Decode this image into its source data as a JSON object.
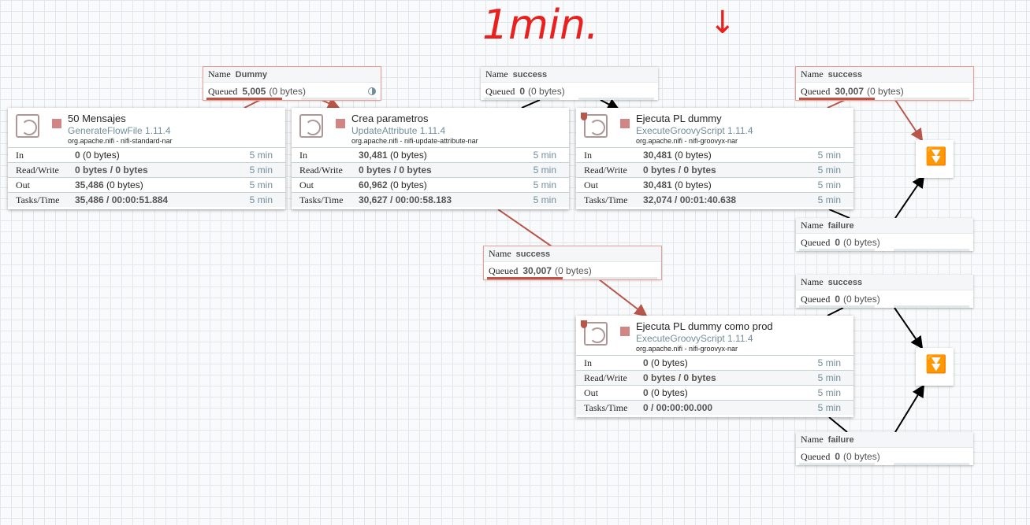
{
  "annotations": {
    "note": "1min.",
    "arrow": "↓",
    "color": "#e8201e"
  },
  "processors": [
    {
      "name": "50 Mensajes",
      "type": "GenerateFlowFile 1.11.4",
      "bundle": "org.apache.nifi - nifi-standard-nar",
      "restricted": false,
      "stats": [
        {
          "label": "In",
          "value": "0",
          "extra": " (0 bytes)",
          "time": "5 min"
        },
        {
          "label": "Read/Write",
          "value": "0 bytes / 0 bytes",
          "extra": "",
          "time": "5 min"
        },
        {
          "label": "Out",
          "value": "35,486",
          "extra": " (0 bytes)",
          "time": "5 min"
        },
        {
          "label": "Tasks/Time",
          "value": "35,486 / 00:00:51.884",
          "extra": "",
          "time": "5 min"
        }
      ]
    },
    {
      "name": "Crea parametros",
      "type": "UpdateAttribute 1.11.4",
      "bundle": "org.apache.nifi - nifi-update-attribute-nar",
      "restricted": false,
      "stats": [
        {
          "label": "In",
          "value": "30,481",
          "extra": " (0 bytes)",
          "time": "5 min"
        },
        {
          "label": "Read/Write",
          "value": "0 bytes / 0 bytes",
          "extra": "",
          "time": "5 min"
        },
        {
          "label": "Out",
          "value": "60,962",
          "extra": " (0 bytes)",
          "time": "5 min"
        },
        {
          "label": "Tasks/Time",
          "value": "30,627 / 00:00:58.183",
          "extra": "",
          "time": "5 min"
        }
      ]
    },
    {
      "name": "Ejecuta PL dummy",
      "type": "ExecuteGroovyScript 1.11.4",
      "bundle": "org.apache.nifi - nifi-groovyx-nar",
      "restricted": true,
      "stats": [
        {
          "label": "In",
          "value": "30,481",
          "extra": " (0 bytes)",
          "time": "5 min"
        },
        {
          "label": "Read/Write",
          "value": "0 bytes / 0 bytes",
          "extra": "",
          "time": "5 min"
        },
        {
          "label": "Out",
          "value": "30,481",
          "extra": " (0 bytes)",
          "time": "5 min"
        },
        {
          "label": "Tasks/Time",
          "value": "32,074 / 00:01:40.638",
          "extra": "",
          "time": "5 min"
        }
      ]
    },
    {
      "name": "Ejecuta PL dummy como prod",
      "type": "ExecuteGroovyScript 1.11.4",
      "bundle": "org.apache.nifi - nifi-groovyx-nar",
      "restricted": true,
      "stats": [
        {
          "label": "In",
          "value": "0",
          "extra": " (0 bytes)",
          "time": "5 min"
        },
        {
          "label": "Read/Write",
          "value": "0 bytes / 0 bytes",
          "extra": "",
          "time": "5 min"
        },
        {
          "label": "Out",
          "value": "0",
          "extra": " (0 bytes)",
          "time": "5 min"
        },
        {
          "label": "Tasks/Time",
          "value": "0 / 00:00:00.000",
          "extra": "",
          "time": "5 min"
        }
      ]
    }
  ],
  "connections": [
    {
      "name_label": "Name",
      "name": "Dummy",
      "queued_label": "Queued",
      "count": "5,005",
      "bytes": "(0 bytes)",
      "backpressure": true,
      "queue_fill": 1.0,
      "partial_icon": true
    },
    {
      "name_label": "Name",
      "name": "success",
      "queued_label": "Queued",
      "count": "0",
      "bytes": "(0 bytes)",
      "backpressure": false,
      "queue_fill": 0
    },
    {
      "name_label": "Name",
      "name": "success",
      "queued_label": "Queued",
      "count": "30,007",
      "bytes": "(0 bytes)",
      "backpressure": true,
      "queue_fill": 1.0
    },
    {
      "name_label": "Name",
      "name": "failure",
      "queued_label": "Queued",
      "count": "0",
      "bytes": "(0 bytes)",
      "backpressure": false,
      "queue_fill": 0
    },
    {
      "name_label": "Name",
      "name": "success",
      "queued_label": "Queued",
      "count": "30,007",
      "bytes": "(0 bytes)",
      "backpressure": true,
      "queue_fill": 1.0
    },
    {
      "name_label": "Name",
      "name": "success",
      "queued_label": "Queued",
      "count": "0",
      "bytes": "(0 bytes)",
      "backpressure": false,
      "queue_fill": 0
    },
    {
      "name_label": "Name",
      "name": "failure",
      "queued_label": "Queued",
      "count": "0",
      "bytes": "(0 bytes)",
      "backpressure": false,
      "queue_fill": 0
    }
  ],
  "funnels": [
    {
      "icon": "funnel-icon"
    },
    {
      "icon": "funnel-icon"
    }
  ]
}
